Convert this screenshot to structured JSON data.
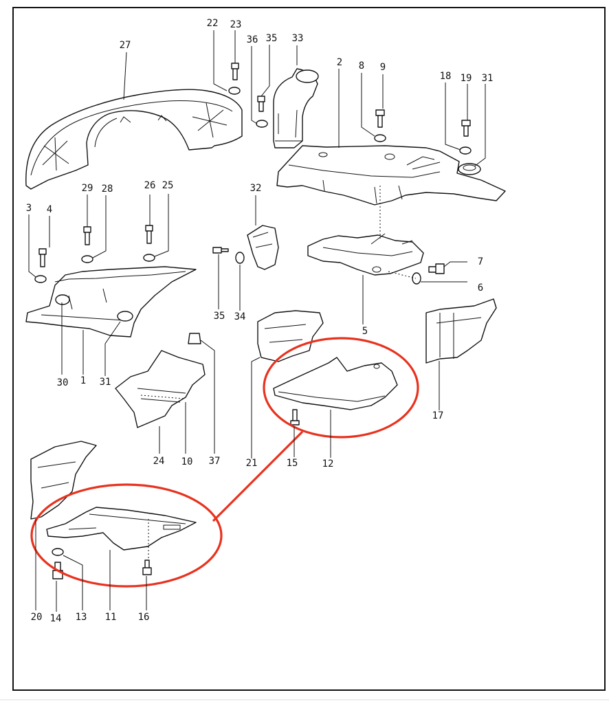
{
  "diagram": {
    "callouts": [
      {
        "id": "c27",
        "label": "27"
      },
      {
        "id": "c22",
        "label": "22"
      },
      {
        "id": "c23",
        "label": "23"
      },
      {
        "id": "c36a",
        "label": "36"
      },
      {
        "id": "c35a",
        "label": "35"
      },
      {
        "id": "c33",
        "label": "33"
      },
      {
        "id": "c2",
        "label": "2"
      },
      {
        "id": "c8",
        "label": "8"
      },
      {
        "id": "c9",
        "label": "9"
      },
      {
        "id": "c18",
        "label": "18"
      },
      {
        "id": "c19",
        "label": "19"
      },
      {
        "id": "c31a",
        "label": "31"
      },
      {
        "id": "c3",
        "label": "3"
      },
      {
        "id": "c4",
        "label": "4"
      },
      {
        "id": "c29",
        "label": "29"
      },
      {
        "id": "c28",
        "label": "28"
      },
      {
        "id": "c26",
        "label": "26"
      },
      {
        "id": "c25",
        "label": "25"
      },
      {
        "id": "c32",
        "label": "32"
      },
      {
        "id": "c7",
        "label": "7"
      },
      {
        "id": "c6",
        "label": "6"
      },
      {
        "id": "c35b",
        "label": "35"
      },
      {
        "id": "c34",
        "label": "34"
      },
      {
        "id": "c5",
        "label": "5"
      },
      {
        "id": "c30",
        "label": "30"
      },
      {
        "id": "c1",
        "label": "1"
      },
      {
        "id": "c31b",
        "label": "31"
      },
      {
        "id": "c17",
        "label": "17"
      },
      {
        "id": "c24",
        "label": "24"
      },
      {
        "id": "c10",
        "label": "10"
      },
      {
        "id": "c37",
        "label": "37"
      },
      {
        "id": "c21",
        "label": "21"
      },
      {
        "id": "c15",
        "label": "15"
      },
      {
        "id": "c12",
        "label": "12"
      },
      {
        "id": "c20",
        "label": "20"
      },
      {
        "id": "c14",
        "label": "14"
      },
      {
        "id": "c13",
        "label": "13"
      },
      {
        "id": "c11",
        "label": "11"
      },
      {
        "id": "c16",
        "label": "16"
      }
    ],
    "colors": {
      "line": "#111111",
      "highlight": "#e8321e",
      "background": "#ffffff"
    }
  }
}
